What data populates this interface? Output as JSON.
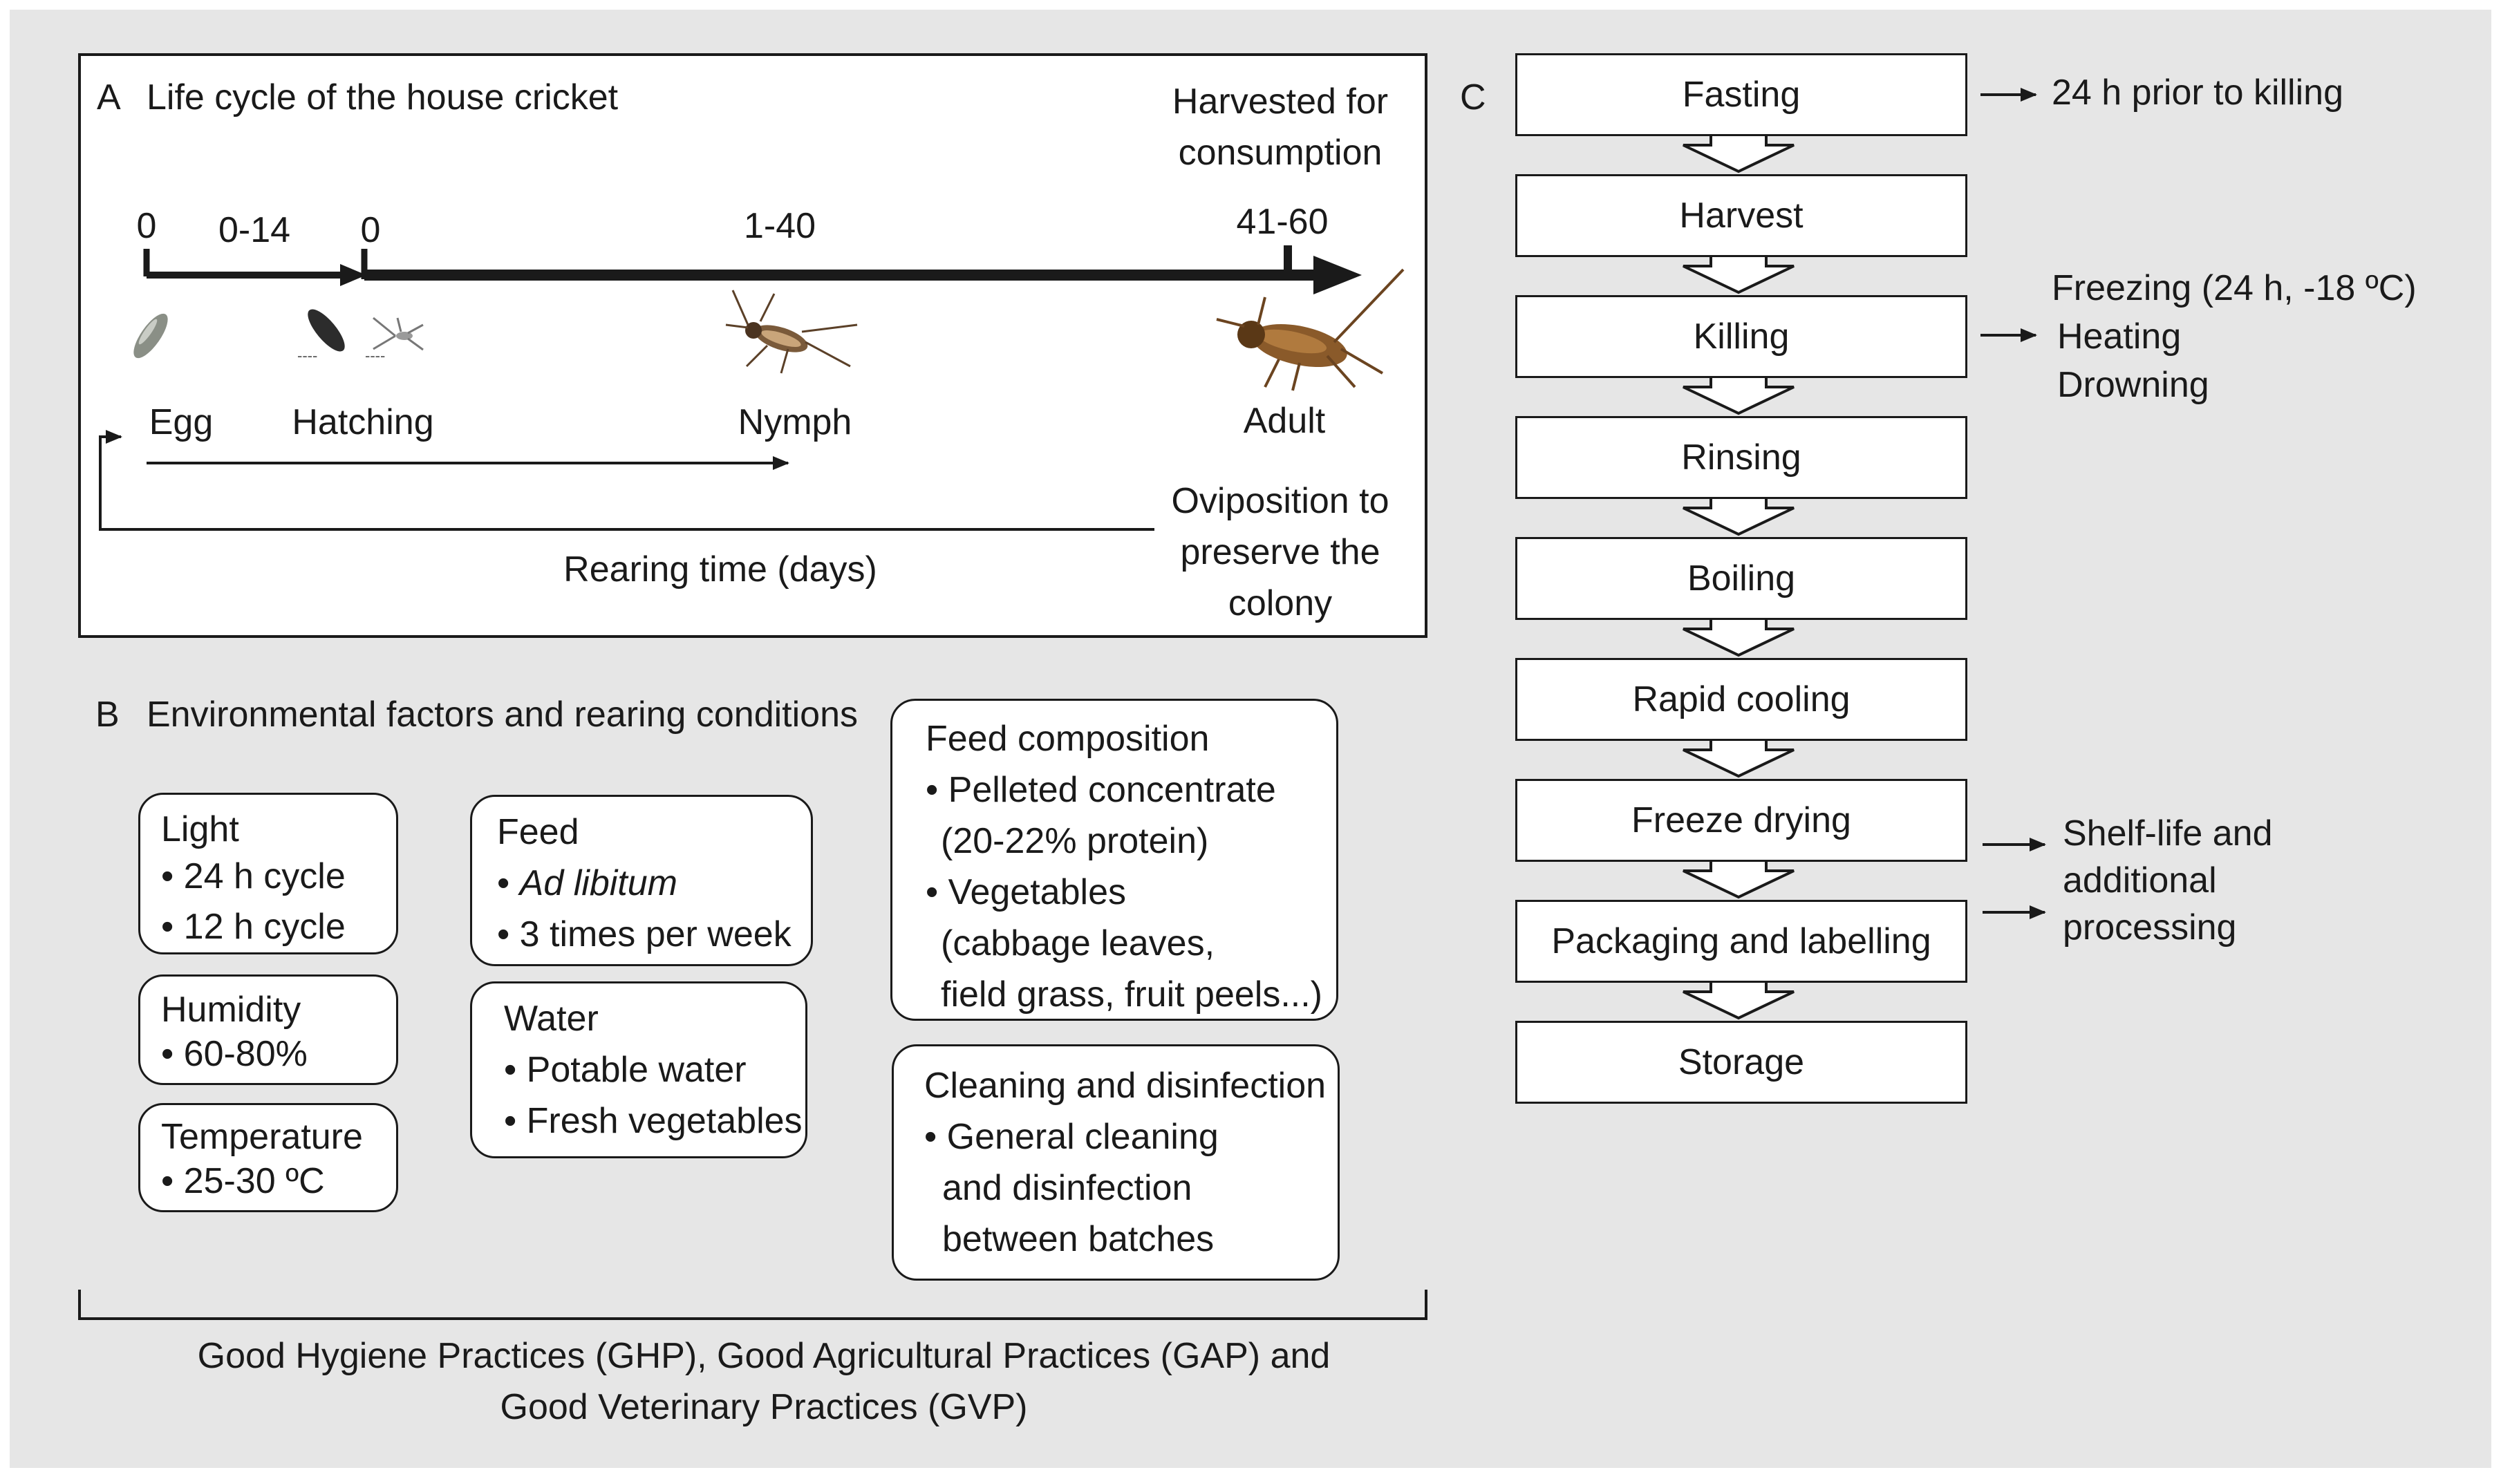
{
  "panel_a": {
    "letter": "A",
    "title": "Life cycle of the house cricket",
    "harvested_line1": "Harvested for",
    "harvested_line2": "consumption",
    "ticks": {
      "t0": "0",
      "t0_14": "0-14",
      "t0b": "0",
      "t1_40": "1-40",
      "t41_60": "41-60"
    },
    "stages": {
      "egg": "Egg",
      "hatching": "Hatching",
      "nymph": "Nymph",
      "adult": "Adult"
    },
    "rearing_time": "Rearing time (days)",
    "oviposition": [
      "Oviposition to",
      "preserve the",
      "colony"
    ],
    "scale_mark": "----"
  },
  "panel_b": {
    "letter": "B",
    "title": "Environmental factors and rearing conditions",
    "light": {
      "title": "Light",
      "items": [
        "• 24 h cycle",
        "• 12 h cycle"
      ]
    },
    "humidity": {
      "title": "Humidity",
      "items": [
        "• 60-80%"
      ]
    },
    "temperature": {
      "title": "Temperature",
      "items": [
        "• 25-30 ºC"
      ]
    },
    "feed": {
      "title": "Feed",
      "bullet": "• ",
      "item1": "Ad libitum",
      "item2": "• 3 times per week"
    },
    "water": {
      "title": "Water",
      "items": [
        "• Potable water",
        "• Fresh vegetables"
      ]
    },
    "feed_composition": {
      "title": "Feed composition",
      "lines": [
        "• Pelleted concentrate",
        "(20-22% protein)",
        "• Vegetables",
        "(cabbage leaves,",
        "field grass, fruit peels...)"
      ]
    },
    "cleaning": {
      "title": "Cleaning and disinfection",
      "lines": [
        "• General cleaning",
        "and disinfection",
        "between batches"
      ]
    },
    "footer_line1": "Good Hygiene Practices (GHP), Good Agricultural Practices (GAP) and",
    "footer_line2": "Good Veterinary Practices (GVP)"
  },
  "panel_c": {
    "letter": "C",
    "steps": [
      "Fasting",
      "Harvest",
      "Killing",
      "Rinsing",
      "Boiling",
      "Rapid cooling",
      "Freeze drying",
      "Packaging and labelling",
      "Storage"
    ],
    "fasting_note": "24 h prior to killing",
    "killing_notes": [
      "Freezing (24 h, -18 ºC)",
      "Heating",
      "Drowning"
    ],
    "shelf_notes": [
      "Shelf-life and",
      "additional",
      "processing"
    ]
  },
  "icons": [
    "egg-icon",
    "hatching-egg-icon",
    "hatchling-icon",
    "nymph-cricket-icon",
    "adult-cricket-icon"
  ]
}
